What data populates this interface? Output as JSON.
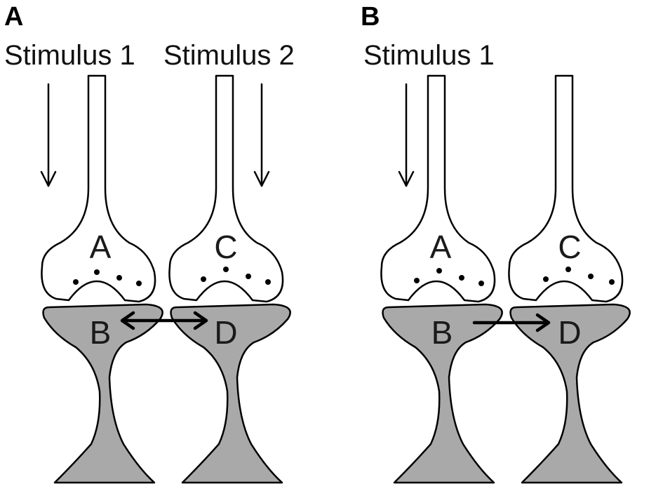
{
  "panels": [
    {
      "letter": "A",
      "stimuli": [
        "Stimulus 1",
        "Stimulus 2"
      ],
      "nodes": {
        "pre_left": "A",
        "pre_right": "C",
        "post_left": "B",
        "post_right": "D"
      },
      "connection": "bidirectional"
    },
    {
      "letter": "B",
      "stimuli": [
        "Stimulus 1"
      ],
      "nodes": {
        "pre_left": "A",
        "pre_right": "C",
        "post_left": "B",
        "post_right": "D"
      },
      "connection": "unidirectional"
    }
  ],
  "colors": {
    "postsynaptic_fill": "#a9a9a9",
    "presynaptic_fill": "#ffffff",
    "outline": "#000000"
  }
}
